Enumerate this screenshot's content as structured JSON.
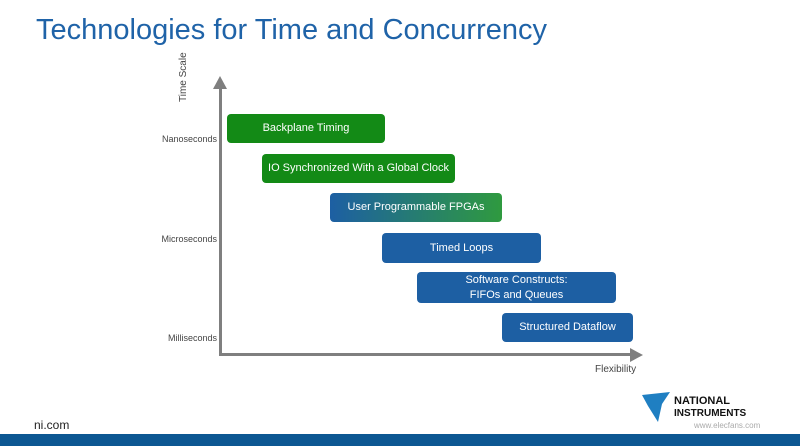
{
  "title": "Technologies for Time and Concurrency",
  "axes": {
    "y_label": "Time Scale",
    "x_label": "Flexibility",
    "ticks": [
      "Nanoseconds",
      "Microseconds",
      "Milliseconds"
    ]
  },
  "boxes": [
    {
      "label": "Backplane Timing"
    },
    {
      "label": "IO Synchronized With a Global Clock"
    },
    {
      "label": "User Programmable FPGAs"
    },
    {
      "label": "Timed Loops"
    },
    {
      "label": "Software Constructs: FIFOs and Queues",
      "line1": "Software Constructs:",
      "line2": "FIFOs and Queues"
    },
    {
      "label": "Structured Dataflow"
    }
  ],
  "footer": "ni.com",
  "logo": {
    "text": "NATIONAL INSTRUMENTS",
    "watermark": "www.elecfans.com"
  },
  "colors": {
    "title": "#1f63a8",
    "green": "#138a16",
    "blue": "#1d5fa3",
    "bar": "#0d5792"
  }
}
